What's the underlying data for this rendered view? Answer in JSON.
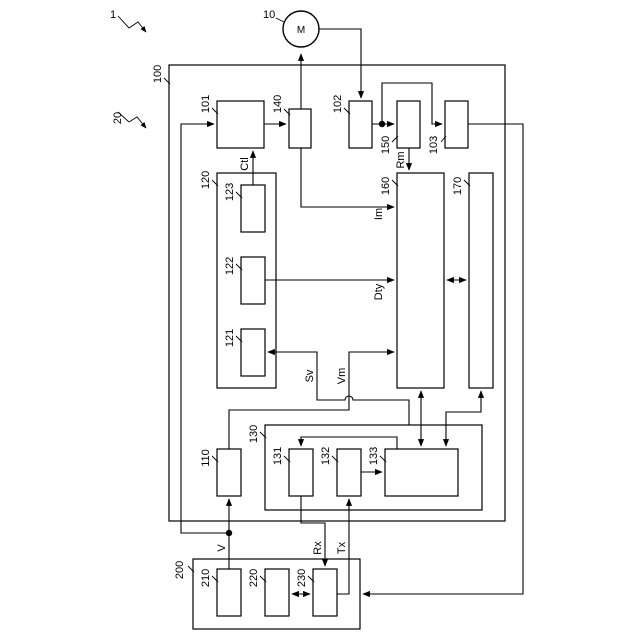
{
  "labels": {
    "system": "1",
    "motor_ref": "10",
    "motor_symbol": "M",
    "group20": "20",
    "controller": "100",
    "b101": "101",
    "b140": "140",
    "b102": "102",
    "b150": "150",
    "b103": "103",
    "rm": "Rm",
    "ctl": "Ctl",
    "b120": "120",
    "b123": "123",
    "b122": "122",
    "b121": "121",
    "b160": "160",
    "b170": "170",
    "im": "Im",
    "dty": "Dty",
    "sv": "Sv",
    "vm": "Vm",
    "b130": "130",
    "b131": "131",
    "b132": "132",
    "b133": "133",
    "b110": "110",
    "v": "V",
    "rx": "Rx",
    "tx": "Tx",
    "b200": "200",
    "b210": "210",
    "b220": "220",
    "b230": "230"
  }
}
